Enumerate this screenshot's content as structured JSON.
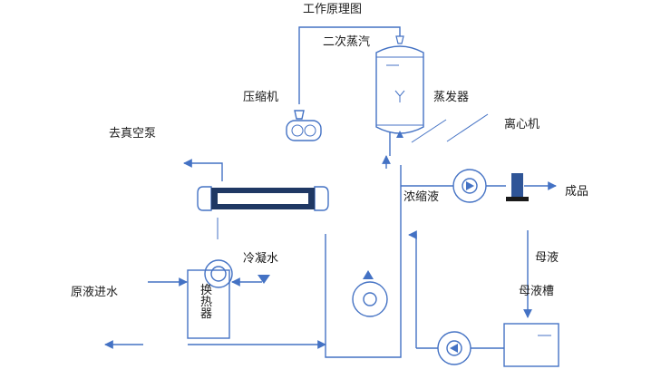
{
  "title": "工作原理图",
  "labels": {
    "secondary_steam": "二次蒸汽",
    "compressor": "压缩机",
    "evaporator": "蒸发器",
    "centrifuge": "离心机",
    "to_vacuum_pump": "去真空泵",
    "concentrate": "浓缩液",
    "product": "成品",
    "condensate": "冷凝水",
    "raw_water_in": "原液进水",
    "heat_exchanger_1": "换",
    "heat_exchanger_2": "热",
    "heat_exchanger_3": "器",
    "mother_liquor": "母液",
    "mother_liquor_tank": "母液槽"
  },
  "colors": {
    "line": "#4472c4",
    "condenser_core": "#1f3864",
    "centrifuge_body": "#2f5597",
    "text": "#1a1a1a"
  }
}
